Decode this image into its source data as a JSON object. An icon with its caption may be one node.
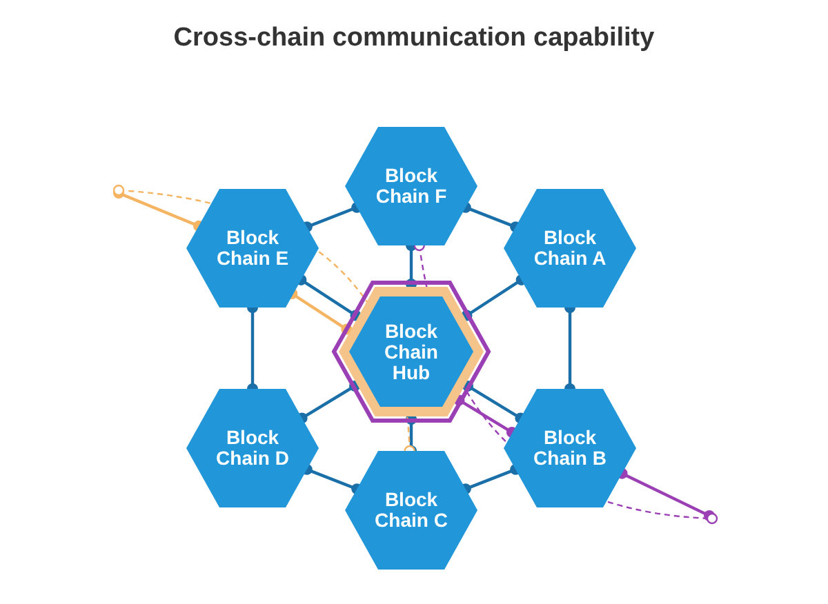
{
  "diagram": {
    "title": "Cross-chain communication capability",
    "nodes": [
      {
        "text": [
          "Block Chain F"
        ]
      },
      {
        "text": [
          "Block Chain E"
        ]
      },
      {
        "text": [
          "Block Chain A"
        ]
      },
      {
        "text": [
          "Block Chain Hub"
        ]
      },
      {
        "text": [
          "Block Chain D"
        ]
      },
      {
        "text": [
          "Block Chain B"
        ]
      },
      {
        "text": [
          "Block Chain C"
        ]
      }
    ],
    "edges": [
      {
        "from": 0,
        "to": 1,
        "arrow": "other"
      },
      {
        "from": 0,
        "to": 2,
        "arrow": "other"
      },
      {
        "from": 1,
        "to": 4,
        "arrow": "other"
      },
      {
        "from": 2,
        "to": 5,
        "arrow": "other"
      },
      {
        "from": 4,
        "to": 6,
        "arrow": "other"
      },
      {
        "from": 6,
        "to": 5,
        "arrow": "other"
      },
      {
        "from": 3,
        "to": 0,
        "arrow": "other"
      },
      {
        "from": 3,
        "to": 1,
        "arrow": "other"
      },
      {
        "from": 3,
        "to": 2,
        "arrow": "other"
      },
      {
        "from": 3,
        "to": 4,
        "arrow": "other"
      },
      {
        "from": 3,
        "to": 5,
        "arrow": "other"
      },
      {
        "from": 3,
        "to": 6,
        "arrow": "other"
      },
      {
        "from": null,
        "to": 1,
        "arrow": "other",
        "color": "#f5b462"
      },
      {
        "from": 1,
        "to": 3,
        "arrow": "other",
        "color": "#f5b462"
      },
      {
        "from": null,
        "to": 6,
        "arrow": "other",
        "style": "dashed",
        "color": "#f5b462"
      },
      {
        "from": 3,
        "to": 5,
        "arrow": "other",
        "color": "#9b3fb5"
      },
      {
        "from": 5,
        "to": null,
        "arrow": "other",
        "color": "#9b3fb5"
      },
      {
        "from": 0,
        "to": null,
        "arrow": "other",
        "style": "dashed",
        "color": "#9b3fb5"
      }
    ]
  }
}
